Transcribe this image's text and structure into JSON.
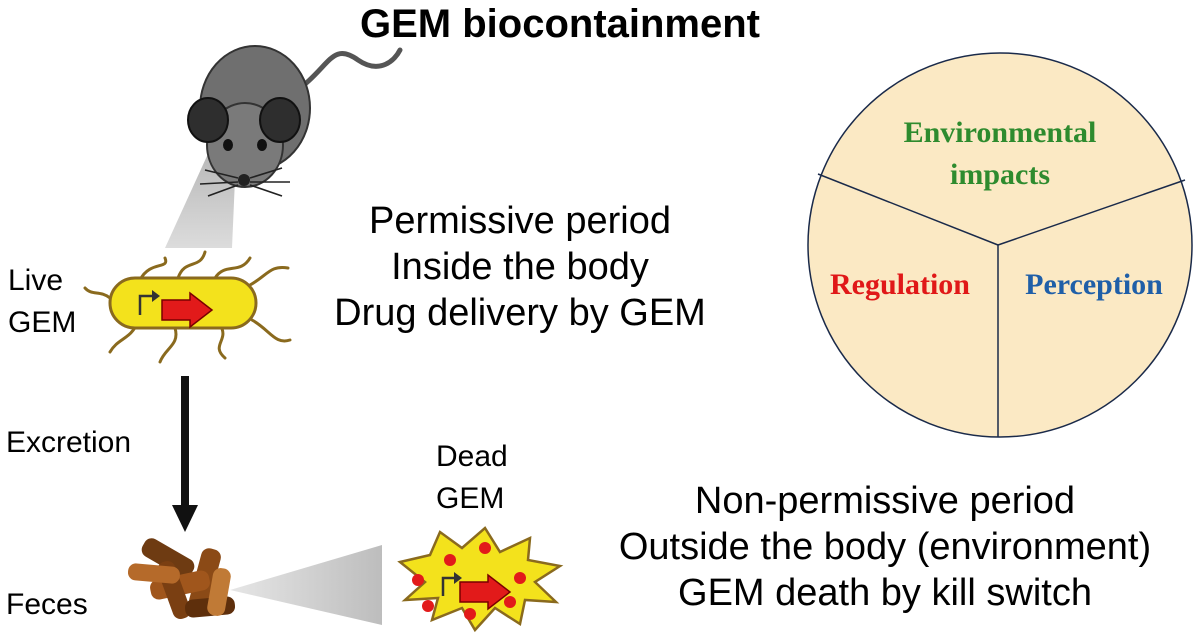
{
  "title": "GEM biocontainment",
  "labels": {
    "live": "Live",
    "live_gem": "GEM",
    "excretion": "Excretion",
    "feces": "Feces",
    "dead": "Dead",
    "dead_gem": "GEM"
  },
  "permissive": {
    "line1": "Permissive period",
    "line2": "Inside the body",
    "line3": "Drug delivery by GEM"
  },
  "non_permissive": {
    "line1": "Non-permissive period",
    "line2": "Outside the body (environment)",
    "line3": "GEM death by kill switch"
  },
  "circle": {
    "environmental_line1": "Environmental",
    "environmental_line2": "impacts",
    "regulation": "Regulation",
    "perception": "Perception",
    "colors": {
      "fill": "#fbe9c4",
      "environmental": "#2e8b2e",
      "regulation": "#e01818",
      "perception": "#1f5fa8"
    }
  },
  "icons": [
    "mouse-icon",
    "live-bacterium-icon",
    "feces-icon",
    "dead-bacterium-icon",
    "down-arrow-icon"
  ]
}
